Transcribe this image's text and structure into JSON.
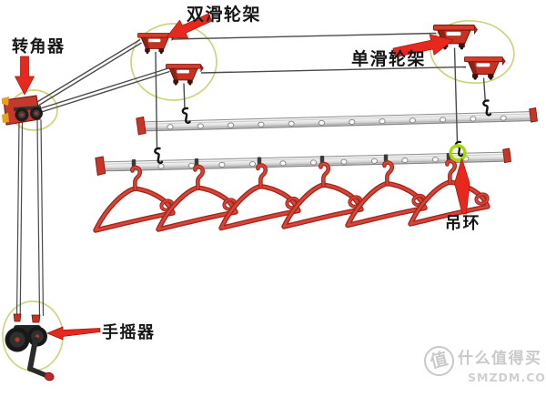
{
  "labels": {
    "corner_device": "转角器",
    "double_pulley_frame": "双滑轮架",
    "single_pulley_frame": "单滑轮架",
    "hanging_ring": "吊环",
    "hand_crank": "手摇器"
  },
  "watermark": {
    "logo_character": "值",
    "site_name": "什么值得买",
    "site_domain": "SMZDM.COM"
  },
  "colors": {
    "arrow_red": "#e8281e",
    "part_red": "#c8301f",
    "highlight_circle": "#cdd37e",
    "ring_green": "#a4d900",
    "cable_gray": "#4a4a4a",
    "watermark_gray": "#c9c9c9",
    "background": "#ffffff"
  }
}
